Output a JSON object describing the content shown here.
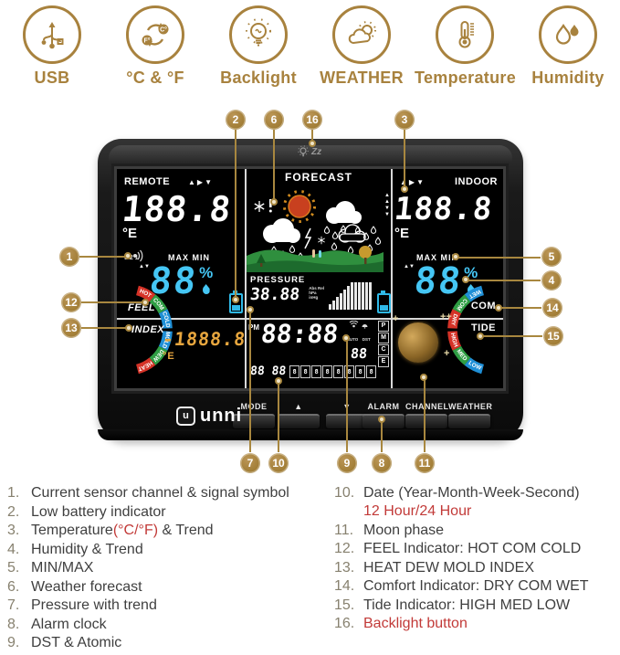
{
  "accent": {
    "gold": "#a8823e",
    "red": "#c23a38",
    "list_text": "#3f3f3f",
    "num_color": "#87816f",
    "lcd_cyan": "#45c6f4",
    "lcd_orange": "#e7a63e"
  },
  "top_features": [
    {
      "icon": "usb-icon",
      "label": "USB"
    },
    {
      "icon": "c-f-switch-icon",
      "label": "°C & °F"
    },
    {
      "icon": "backlight-icon",
      "label": "Backlight"
    },
    {
      "icon": "weather-icon",
      "label": "WEATHER"
    },
    {
      "icon": "temperature-icon",
      "label": "Temperature"
    },
    {
      "icon": "humidity-icon",
      "label": "Humidity"
    }
  ],
  "callouts": {
    "numbers": [
      "1",
      "2",
      "3",
      "4",
      "5",
      "6",
      "7",
      "8",
      "9",
      "10",
      "11",
      "12",
      "13",
      "14",
      "15",
      "16"
    ]
  },
  "device": {
    "brand": "unni",
    "backlight_glyph": "Zz",
    "remote": {
      "title": "REMOTE",
      "arrows": "▲▶▼",
      "temp": "188.8",
      "unit": "°E",
      "rf": "RF",
      "rf_channels": "3 2 1",
      "maxmin": "MAX MIN",
      "humidity": "88",
      "percent": "%",
      "trend": "▲▼"
    },
    "forecast": {
      "title": "FORECAST"
    },
    "indoor": {
      "title": "INDOOR",
      "arrows": "▲▶▼",
      "temp": "188.8",
      "unit": "°E",
      "maxmin": "MAX MIN",
      "humidity": "88",
      "percent": "%",
      "trend": "▲▼"
    },
    "feel": {
      "label1": "FEEL",
      "label2": "INDEX",
      "upper": [
        "HOT",
        "COM",
        "COLD"
      ],
      "lower": [
        "MOLD",
        "DEW",
        "HEAT"
      ],
      "value": "-1888.8",
      "unit": "°E"
    },
    "pressure": {
      "label": "PRESSURE",
      "value": "38.88",
      "units": "Abs Rel hPa inHg"
    },
    "clock": {
      "ampm": "PM",
      "time": "88:88",
      "seconds": "88",
      "auto": "AUTO",
      "dst": "DST",
      "letters": [
        "P",
        "M",
        "C",
        "E"
      ],
      "date": "88 88",
      "cells": [
        "8",
        "8",
        "8",
        "8",
        "8",
        "8",
        "8",
        "8"
      ]
    },
    "comfort": {
      "label1": "COM",
      "label2": "TIDE",
      "upper": [
        "WET",
        "COM",
        "DRY"
      ],
      "lower": [
        "HIGH",
        "MED",
        "LOW"
      ]
    },
    "buttons": [
      "MODE",
      "▲",
      "▼",
      "ALARM",
      "CHANNEL",
      "WEATHER"
    ]
  },
  "feature_list": {
    "left": [
      {
        "num": "1.",
        "pre": "Current sensor channel & signal symbol"
      },
      {
        "num": "2.",
        "pre": "Low battery indicator"
      },
      {
        "num": "3.",
        "pre": "Temperature",
        "red": "(°C/°F)",
        "post": " & Trend"
      },
      {
        "num": "4.",
        "pre": "Humidity & Trend"
      },
      {
        "num": "5.",
        "pre": "MIN/MAX"
      },
      {
        "num": "6.",
        "pre": "Weather forecast"
      },
      {
        "num": "7.",
        "pre": "Pressure with trend"
      },
      {
        "num": "8.",
        "pre": "Alarm clock"
      },
      {
        "num": "9.",
        "pre": "DST & Atomic"
      }
    ],
    "right": [
      {
        "num": "10.",
        "pre": "Date (Year-Month-Week-Second)",
        "red2": "12 Hour/24 Hour"
      },
      {
        "num": "11.",
        "pre": "Moon phase"
      },
      {
        "num": "12.",
        "pre": "FEEL Indicator: HOT COM COLD"
      },
      {
        "num": "13.",
        "pre": "HEAT DEW MOLD INDEX"
      },
      {
        "num": "14.",
        "pre": "Comfort Indicator: DRY COM WET"
      },
      {
        "num": "15.",
        "pre": "Tide Indicator: HIGH MED LOW"
      },
      {
        "num": "16.",
        "red": "Backlight button"
      }
    ]
  }
}
